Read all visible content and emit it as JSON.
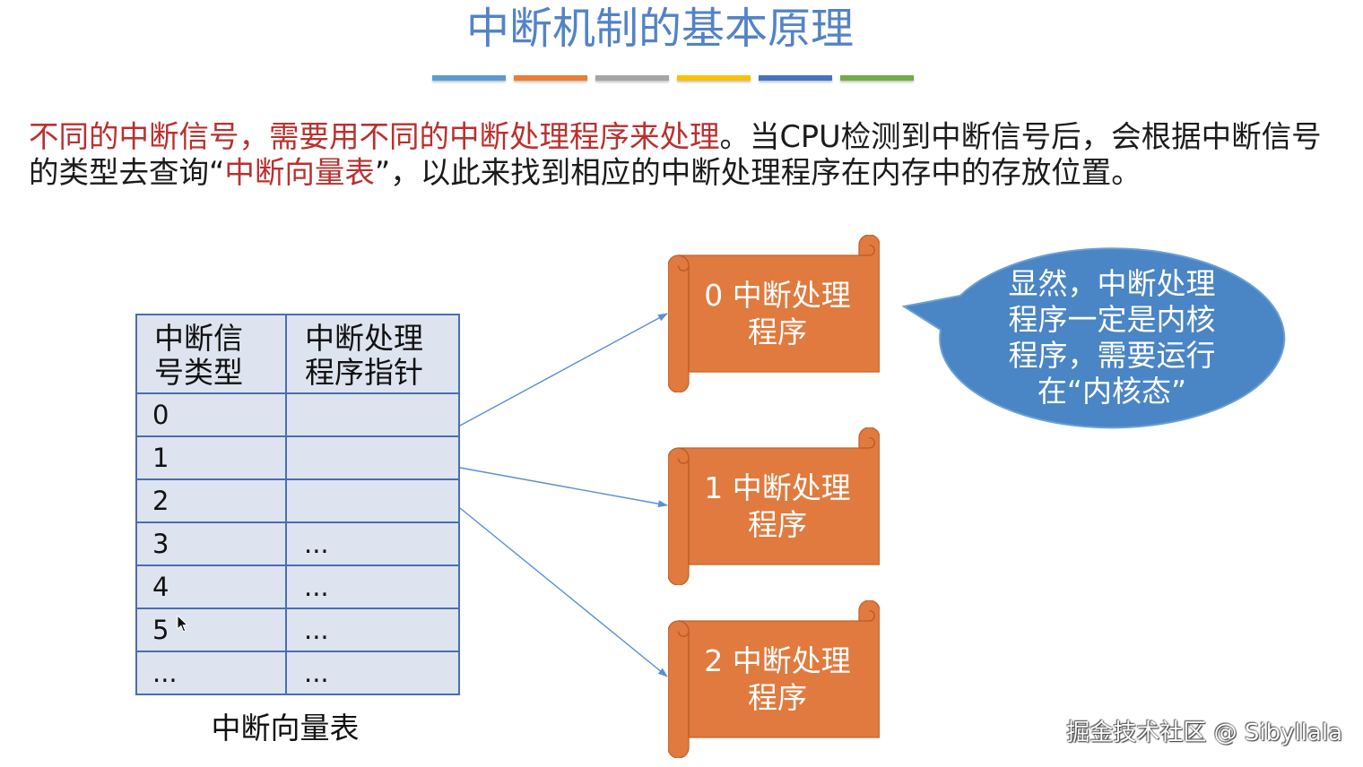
{
  "slide": {
    "title": "中断机制的基本原理",
    "accent_bars": [
      "#5b9bd5",
      "#ed7d31",
      "#a5a5a5",
      "#ffc000",
      "#4472c4",
      "#70ad47"
    ]
  },
  "colors": {
    "title": "#5383c6",
    "emphasis": "#b8312f",
    "body_text": "#1b1b1b",
    "table_fill": "#dde4ef",
    "table_border": "#4a6db3",
    "handler_fill": "#e07a3e",
    "callout_fill": "#4a85c5",
    "arrow": "#5b8fd1"
  },
  "intro": {
    "lines": [
      [
        {
          "text": "不同的中断信号，需要用不同的中断处理程序来处理",
          "emphasis": true
        },
        {
          "text": "。当CPU检测到中断信号后，会根据中断信号",
          "emphasis": false
        }
      ],
      [
        {
          "text": "的类型去查询“",
          "emphasis": false
        },
        {
          "text": "中断向量表",
          "emphasis": true
        },
        {
          "text": "”，以此来找到相应的中断处理程序在内存中的存放位置。",
          "emphasis": false
        }
      ]
    ]
  },
  "vector_table": {
    "caption": "中断向量表",
    "headers": [
      {
        "lines": [
          "中断信",
          "号类型"
        ]
      },
      {
        "lines": [
          "中断处理",
          "程序指针"
        ]
      }
    ],
    "rows": [
      {
        "type": "0",
        "pointer": ""
      },
      {
        "type": "1",
        "pointer": ""
      },
      {
        "type": "2",
        "pointer": ""
      },
      {
        "type": "3",
        "pointer": "..."
      },
      {
        "type": "4",
        "pointer": "..."
      },
      {
        "type": "5",
        "pointer": "..."
      },
      {
        "type": "...",
        "pointer": "..."
      }
    ]
  },
  "handlers": [
    {
      "lines": [
        "0 中断处理",
        "程序"
      ]
    },
    {
      "lines": [
        "1 中断处理",
        "程序"
      ]
    },
    {
      "lines": [
        "2 中断处理",
        "程序"
      ]
    }
  ],
  "callout": {
    "lines": [
      "显然，中断处理",
      "程序一定是内核",
      "程序，需要运行",
      "在“内核态”"
    ]
  },
  "watermark": "掘金技术社区 @ Sibyllala"
}
